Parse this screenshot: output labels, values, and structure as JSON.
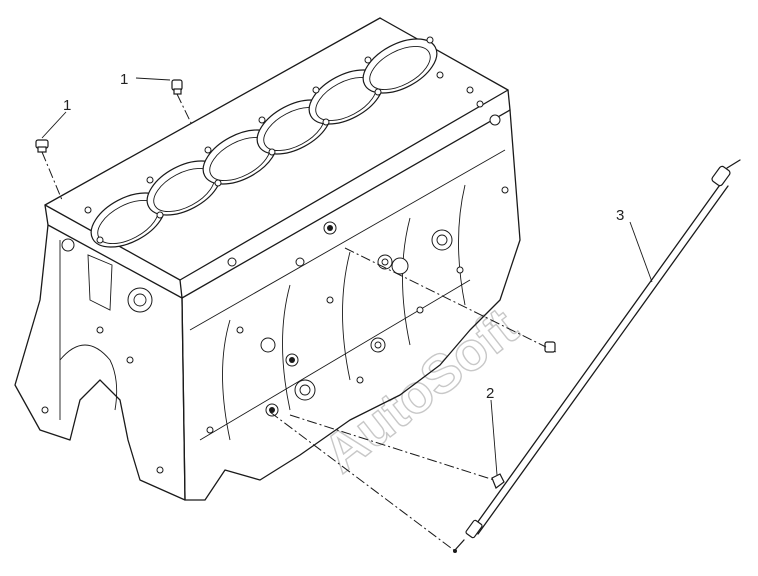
{
  "callouts": {
    "c1a": "1",
    "c1b": "1",
    "c2": "2",
    "c3": "3"
  },
  "watermark": "AutoSoft"
}
